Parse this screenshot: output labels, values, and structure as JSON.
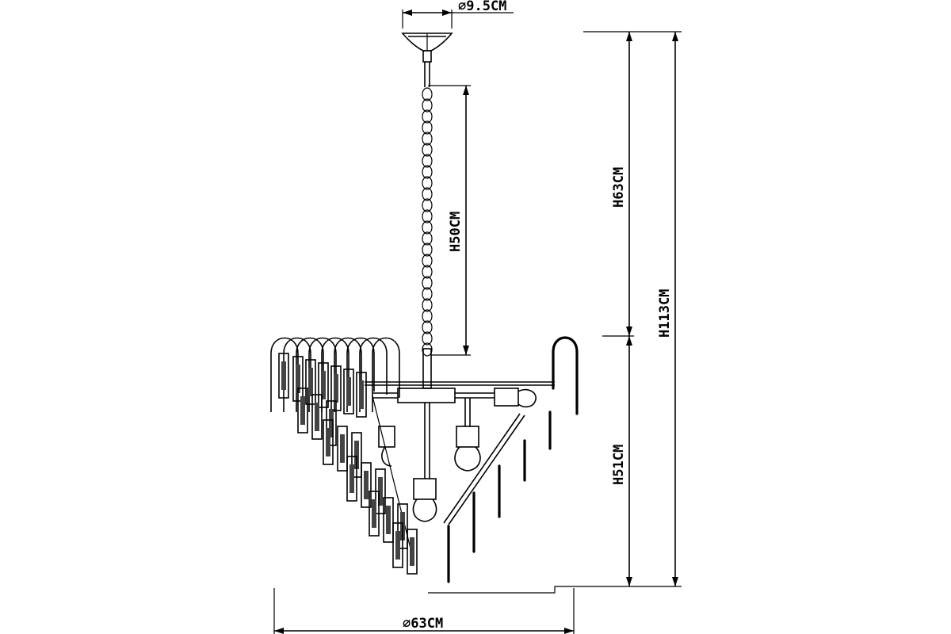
{
  "dimensions": {
    "canopy_diameter": "⌀9.5CM",
    "chain_height": "H50CM",
    "upper_height": "H63CM",
    "lower_height": "H51CM",
    "total_height": "H113CM",
    "width": "⌀63CM"
  }
}
